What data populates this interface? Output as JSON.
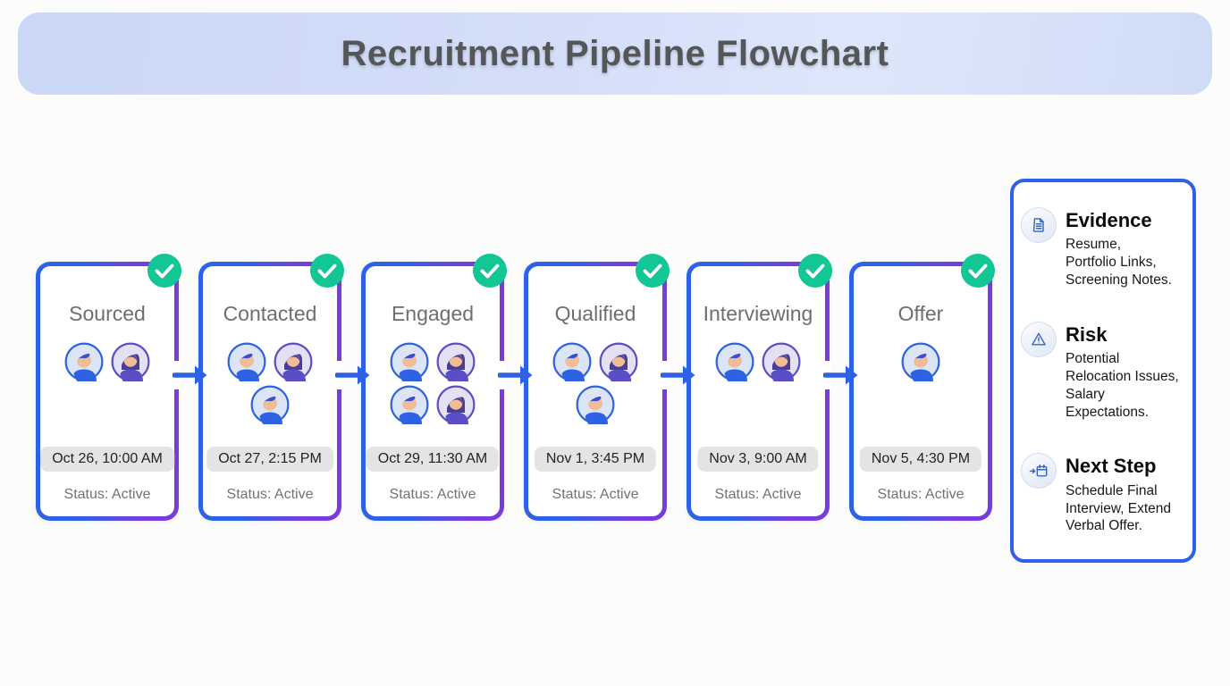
{
  "header": {
    "title": "Recruitment Pipeline Flowchart"
  },
  "stages": [
    {
      "title": "Sourced",
      "timestamp": "Oct 26, 10:00 AM",
      "status": "Status: Active",
      "avatar_rows": [
        [
          "male",
          "female"
        ]
      ]
    },
    {
      "title": "Contacted",
      "timestamp": "Oct 27, 2:15 PM",
      "status": "Status: Active",
      "avatar_rows": [
        [
          "male",
          "female"
        ],
        [
          "male"
        ]
      ]
    },
    {
      "title": "Engaged",
      "timestamp": "Oct 29, 11:30 AM",
      "status": "Status: Active",
      "avatar_rows": [
        [
          "male",
          "female"
        ],
        [
          "male",
          "female"
        ]
      ]
    },
    {
      "title": "Qualified",
      "timestamp": "Nov 1, 3:45 PM",
      "status": "Status: Active",
      "avatar_rows": [
        [
          "male",
          "female"
        ],
        [
          "male"
        ]
      ]
    },
    {
      "title": "Interviewing",
      "timestamp": "Nov 3, 9:00 AM",
      "status": "Status: Active",
      "avatar_rows": [
        [
          "male",
          "female"
        ]
      ]
    },
    {
      "title": "Offer",
      "timestamp": "Nov 5, 4:30 PM",
      "status": "Status: Active",
      "avatar_rows": [
        [
          "male"
        ]
      ]
    }
  ],
  "panel": {
    "sections": [
      {
        "icon": "document-icon",
        "title": "Evidence",
        "body": "Resume,\nPortfolio Links,\nScreening Notes."
      },
      {
        "icon": "warning-icon",
        "title": "Risk",
        "body": "Potential\nRelocation Issues,\nSalary Expectations."
      },
      {
        "icon": "calendar-arrow-icon",
        "title": "Next Step",
        "body": "Schedule Final\nInterview, Extend\nVerbal Offer."
      }
    ]
  },
  "colors": {
    "accent_blue": "#2e62e6",
    "accent_purple": "#7a3bdc",
    "check_green": "#12c695",
    "icon_blue": "#3565c4",
    "header_bg": "#cfdbf7",
    "title_gray": "#55565a"
  }
}
